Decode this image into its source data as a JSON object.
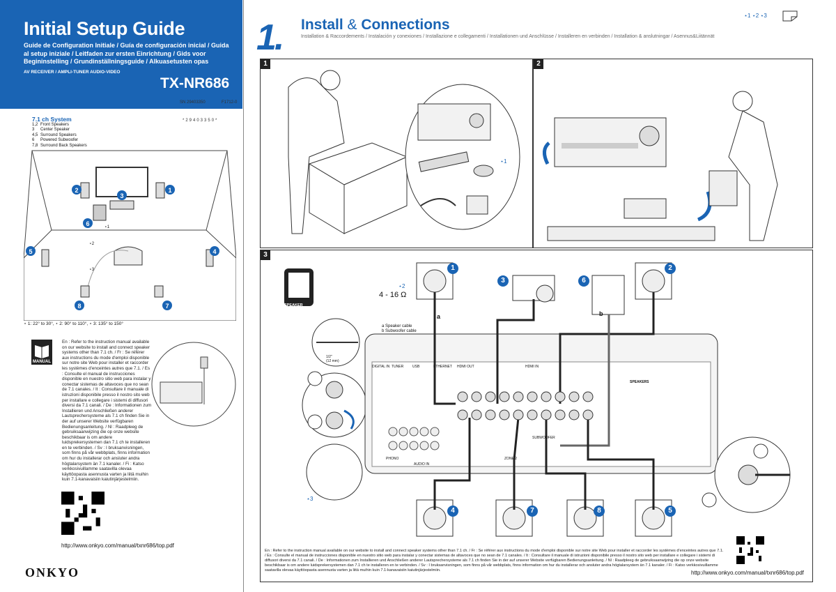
{
  "header": {
    "title": "Initial Setup Guide",
    "subtitle": "Guide de Configuration Initiale / Guía de configuración inicial / Guida al setup  iniziale / Leitfaden zur ersten Einrichtung / Gids voor Begininstelling / Grundinställningsguide / Alkuasetusten opas",
    "category": "AV RECEIVER / AMPLI-TUNER AUDIO-VIDEO",
    "model": "TX-NR686"
  },
  "serial": {
    "sn": "SN 29403350",
    "code": "F1712-0",
    "barcode_text": "*29403350*"
  },
  "system": {
    "title": "7.1 ch System",
    "speakers": [
      {
        "num": "1,2",
        "name": "Front Speakers"
      },
      {
        "num": "3",
        "name": "Center Speaker"
      },
      {
        "num": "4,5",
        "name": "Surround Speakers"
      },
      {
        "num": "6",
        "name": "Powered Subwoofer"
      },
      {
        "num": "7,8",
        "name": "Surround Back Speakers"
      }
    ],
    "angle_labels": [
      "⋆1",
      "⋆2",
      "⋆3"
    ],
    "footnote": "⋆ 1: 22° to 30°, ⋆ 2: 90° to 110°, ⋆ 3: 135° to 150°"
  },
  "manual": {
    "label": "MANUAL",
    "text": "En : Refer to the instruction manual available on our website to install and connect speaker systems other than 7.1 ch. / Fr : Se référer aux instructions du mode d'emploi disponible sur notre site Web pour installer et raccorder les systèmes d'enceintes autres que 7.1. / Es : Consulte el manual de instrucciones disponible en nuestro sitio web para instalar y conectar sistemas de altavoces que no sean de 7.1 canales. / It : Consultare il manuale di istruzioni disponibile presso il nostro sito web per installare e collegare i sistemi di diffusori diversi da 7.1 canali. / De : Informationen zum Installieren und Anschließen anderer Lautsprechersysteme als 7.1 ch finden Sie in der auf unserer Website verfügbaren Bedienungsanleitung. / Nl : Raadpleeg de gebruiksaanwijzing die op onze website beschikbaar is om andere luidsprekersystemen dan 7.1 ch te installeren en te verbinden. / Sv : I bruksanvisningen, som finns på vår webbplats, finns information om hur du installerar och ansluter andra högtalarsystem än 7.1 kanaler. / Fi : Katso verkkosivuillamme saatavilla olevaa käyttöopasta asennusta varten ja liitä muihin kuin 7.1-kanavaisiin kaiutinjärjestelmiin.",
    "url": "http://www.onkyo.com/manual/txnr686/top.pdf"
  },
  "brand": "ONKYO",
  "step": {
    "number": "1.",
    "title_a": "Install",
    "title_amp": " & ",
    "title_b": "Connections",
    "subtitle": "Installation & Raccordements / Instalación y conexiones / Installazione e collegamenti / Installationen und Anschlüsse / Installeren en verbinden / Installation & anslutningar / Asennus&Liitännät",
    "stars": "⋆1 ⋆2 ⋆3"
  },
  "panels": {
    "p1": "1",
    "p2": "2",
    "p3": "3",
    "p1_star": "⋆1"
  },
  "connections": {
    "speaker_label": "SPEAKER",
    "impedance_star": "⋆2",
    "impedance": "4 - 16 Ω",
    "cable_a": "a Speaker cable",
    "cable_b": "b Subwoofer cable",
    "label_a": "a",
    "label_b": "b",
    "strip_len": "1/2\"\n(12 mm)",
    "star3": "⋆3",
    "speaker_numbers": [
      "1",
      "2",
      "3",
      "4",
      "5",
      "6",
      "7",
      "8"
    ],
    "bottom_text": "En : Refer to the instruction manual available on our website to install and connect speaker systems other than 7.1 ch. / Fr : Se référer aux instructions du mode d'emploi disponible sur notre site Web pour installer et raccorder les systèmes d'enceintes autres que 7.1. / Es : Consulte el manual de instrucciones disponible en nuestro sitio web para instalar y conectar sistemas de altavoces que no sean de 7.1 canales. / It : Consultare il manuale di istruzioni disponibile presso il nostro sito web per installare e collegare i sistemi di diffusori diversi da 7.1 canali. / De : Informationen zum Installieren und Anschließen anderer Lautsprechersysteme als 7.1 ch finden Sie in der auf unserer Website verfügbaren Bedienungsanleitung. / Nl : Raadpleeg de gebruiksaanwijzing die op onze website beschikbaar is om andere luidsprekersystemen dan 7.1 ch te installeren en te verbinden. / Sv : I bruksanvisningen, som finns på vår webbplats, finns information om hur du installerar och ansluter andra högtalarsystem än 7.1 kanaler. / Fi : Katso verkkosivuillamme saatavilla olevaa käyttöopasta asennusta varten ja liitä muihin kuin 7.1-kanavaisiin kaiutinjärjestelmiin.",
    "url": "http://www.onkyo.com/manual/txnr686/top.pdf"
  },
  "receiver_labels": {
    "speakers": "SPEAKERS",
    "subwoofer": "SUBWOOFER",
    "hdmi_out": "HDMI OUT",
    "hdmi_in": "HDMI IN",
    "phono": "PHONO",
    "audio_in": "AUDIO IN",
    "zone2": "ZONE 2",
    "tuner": "TUNER",
    "ethernet": "ETHERNET",
    "usb": "USB",
    "digital_in": "DIGITAL IN"
  },
  "colors": {
    "brand_blue": "#1a64b4"
  }
}
